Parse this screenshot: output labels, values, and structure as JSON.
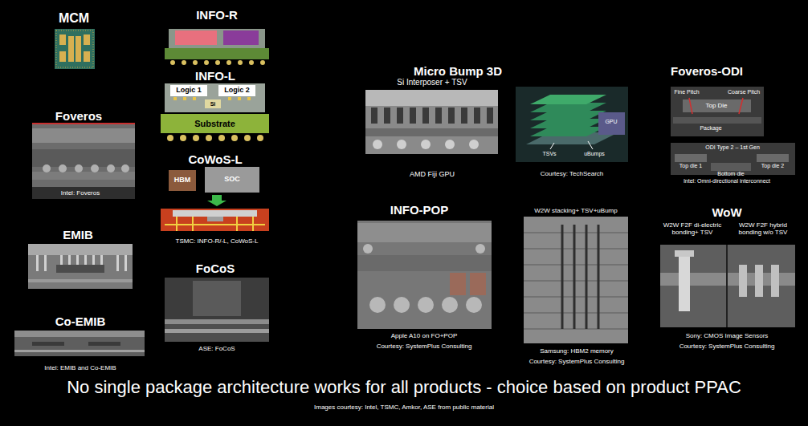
{
  "diagram": {
    "caption": "No single package architecture works for all products - choice based on product PPAC",
    "nodes": [
      {
        "text": [
          "MCM"
        ]
      },
      {
        "text": [
          "INFO-R"
        ]
      },
      {
        "text": [
          "Foveros",
          "Intel: Foveros"
        ]
      },
      {
        "text": [
          "INFO-L"
        ]
      },
      {
        "text": [
          "Logic 1"
        ],
        "in": 3
      },
      {
        "text": [
          "Logic 2"
        ],
        "in": 3
      },
      {
        "text": [
          "Si"
        ],
        "in": 3
      },
      {
        "text": [
          "Substrate"
        ],
        "in": 3
      },
      {
        "text": [
          "CoWoS-L",
          "TSMC: INFO-R/-L, CoWoS-L"
        ]
      },
      {
        "text": [
          "HBM"
        ],
        "in": 8
      },
      {
        "text": [
          "SOC"
        ],
        "in": 8
      },
      {
        "text": [
          "Micro Bump 3D"
        ]
      },
      {
        "text": [
          "Si Interposer + TSV",
          "AMD Fiji GPU"
        ],
        "in": 11
      },
      {
        "text": [
          "Courtesy: TechSearch"
        ],
        "in": 11
      },
      {
        "text": [
          "Foveros-ODI",
          "Intel: Omni-directional interconnect"
        ]
      },
      {
        "text": [
          "EMIB"
        ]
      },
      {
        "text": [
          "INFO-POP",
          "Apple A10 on FO+POP",
          "Courtesy: SystemPlus Consulting"
        ]
      },
      {
        "text": [
          "W2W stacking+ TSV+uBump",
          "Samsung: HBM2 memory",
          "Courtesy: SystemPlus Consulting"
        ]
      },
      {
        "text": [
          "WoW",
          "W2W F2F di-electric bonding+ TSV",
          "W2W F2F hybrid bonding w/o TSV",
          "Sony: CMOS Image Sensors",
          "Courtesy: SystemPlus Consulting"
        ]
      },
      {
        "text": [
          "Co-EMIB",
          "Intel: EMIB and Co-EMIB"
        ]
      },
      {
        "text": [
          "FoCoS",
          "ASE: FoCoS"
        ]
      }
    ],
    "labels": [
      "Fine Pitch",
      "Coarse Pitch",
      "Top Die",
      "Package",
      "ODI Type 2 – 1st Gen",
      "Top die 1",
      "Bottom die",
      "Top die 2",
      "TSVs",
      "uBumps",
      "GPU",
      "Images courtesy: Intel, TSMC, Amkor, ASE from public material"
    ]
  }
}
